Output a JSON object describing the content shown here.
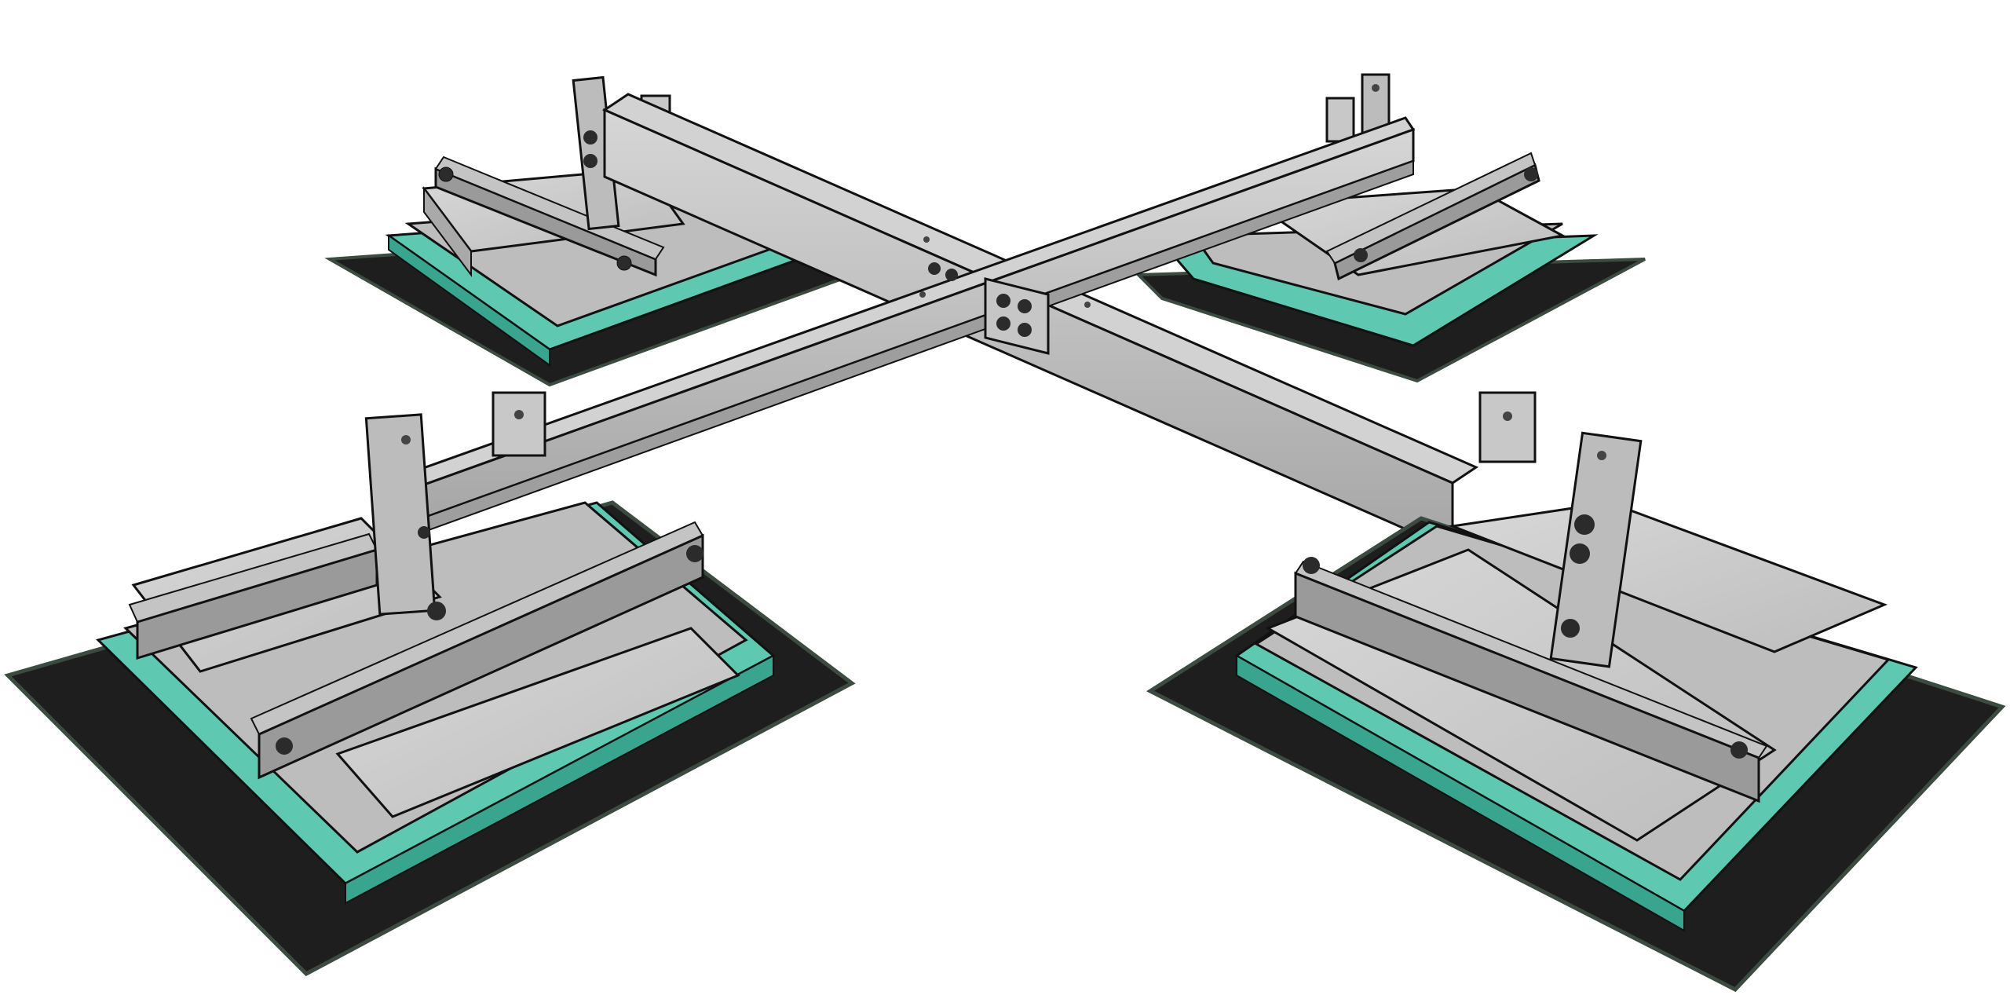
{
  "scene": {
    "colors": {
      "membrane": "#1f1f1f",
      "membrane_edge": "#3a4a3e",
      "insulation": "#5ec8b0",
      "insulation_dark": "#3aa58e",
      "concrete": "#c9c9c9",
      "concrete_side": "#a9a9a9",
      "steel": "#b8b8b8",
      "steel_dark": "#8e8e8e",
      "steel_light": "#d8d8d8",
      "bolt": "#2b2b2b",
      "outline": "#111111"
    },
    "bases": [
      "base-back-left",
      "base-back-right",
      "base-front-left",
      "base-front-right"
    ],
    "beams": [
      "beam-diagonal-a",
      "beam-diagonal-b"
    ]
  }
}
